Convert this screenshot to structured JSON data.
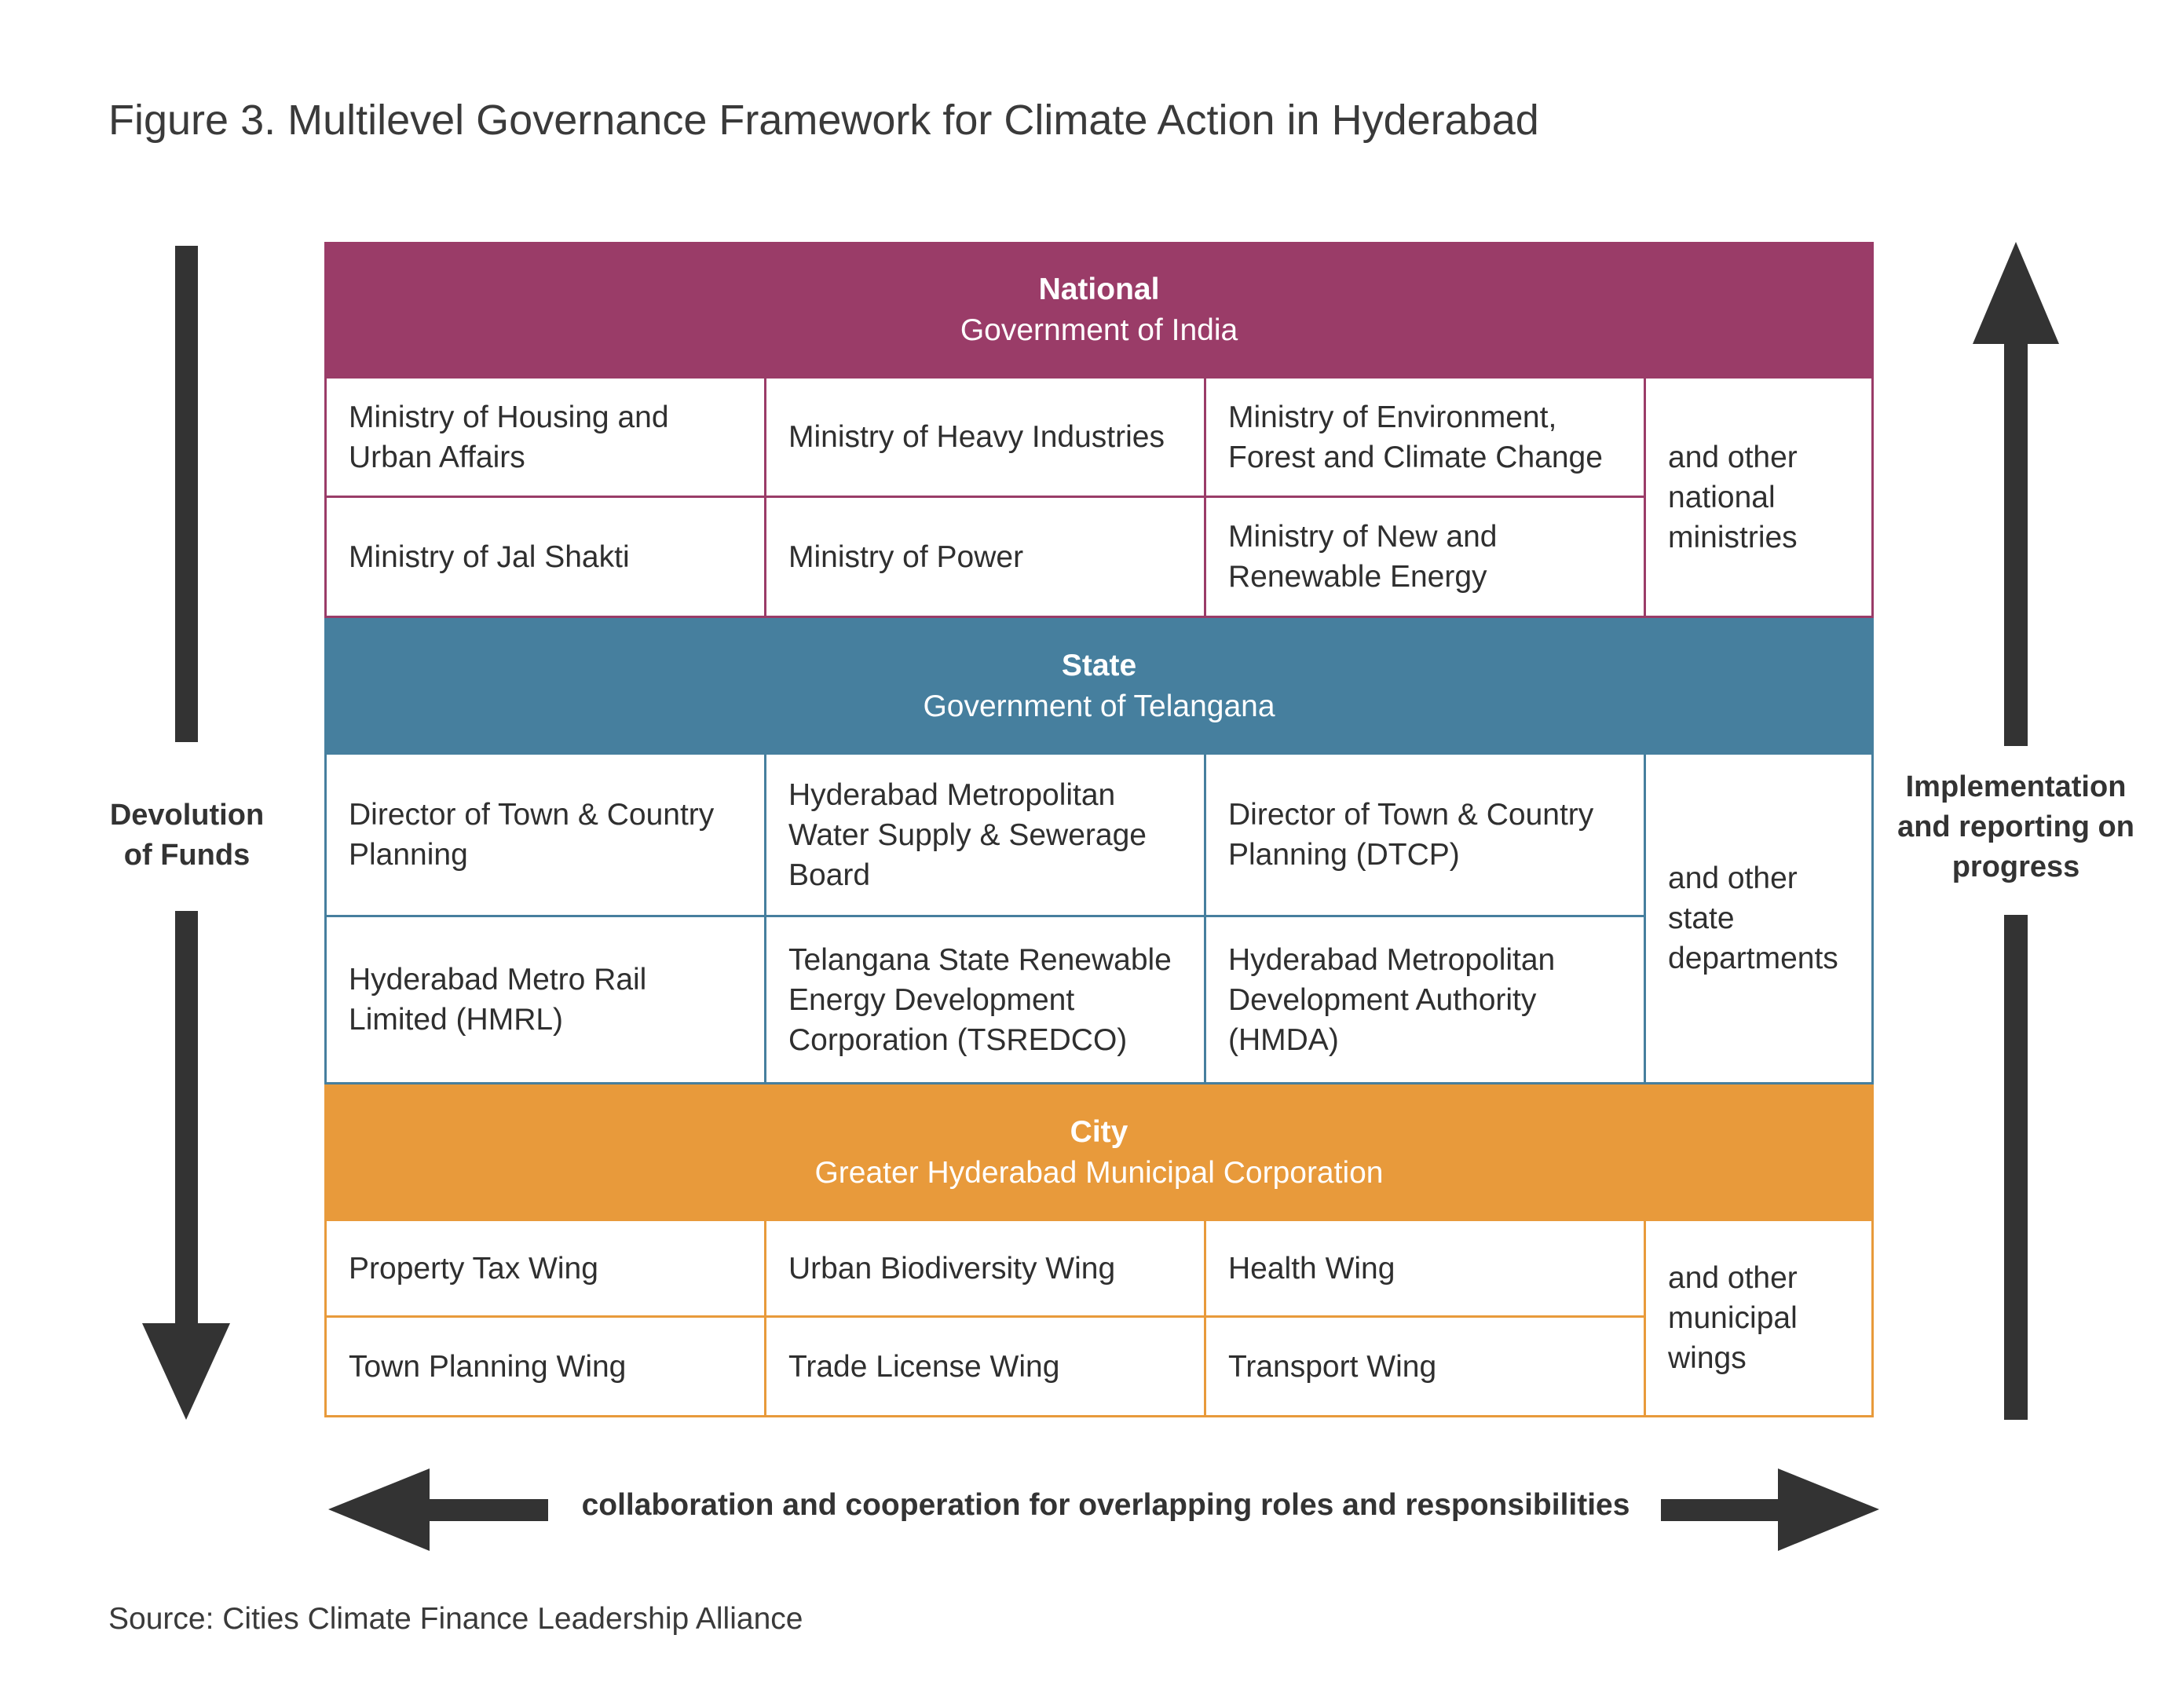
{
  "title": "Figure 3. Multilevel Governance Framework for Climate Action in Hyderabad",
  "source": "Source: Cities Climate Finance Leadership Alliance",
  "levels": {
    "national": {
      "label": "National",
      "government": "Government of India",
      "color": "#9A3C68",
      "cells": [
        "Ministry of Housing and Urban Affairs",
        "Ministry of Heavy Industries",
        "Ministry of Environment, Forest and Climate Change",
        "Ministry of Jal Shakti",
        "Ministry of Power",
        "Ministry of New and Renewable Energy"
      ],
      "other": "and other national ministries"
    },
    "state": {
      "label": "State",
      "government": "Government of Telangana",
      "color": "#467F9E",
      "cells": [
        "Director of Town & Country Planning",
        "Hyderabad Metropolitan Water Supply & Sewerage Board",
        "Director of Town & Country Planning (DTCP)",
        "Hyderabad Metro Rail Limited (HMRL)",
        "Telangana State Renewable Energy Development Corporation (TSREDCO)",
        "Hyderabad Metropolitan Development Authority (HMDA)"
      ],
      "other": "and other state departments"
    },
    "city": {
      "label": "City",
      "government": "Greater Hyderabad Municipal Corporation",
      "color": "#E89A3B",
      "cells": [
        "Property Tax Wing",
        "Urban Biodiversity Wing",
        "Health Wing",
        "Town Planning Wing",
        "Trade License Wing",
        "Transport Wing"
      ],
      "other": "and other municipal wings"
    }
  },
  "arrows": {
    "left_label": "Devolution of Funds",
    "right_label": "Implementation and reporting on progress",
    "bottom_label": "collaboration and cooperation for overlapping roles and responsibilities",
    "color": "#333333"
  }
}
